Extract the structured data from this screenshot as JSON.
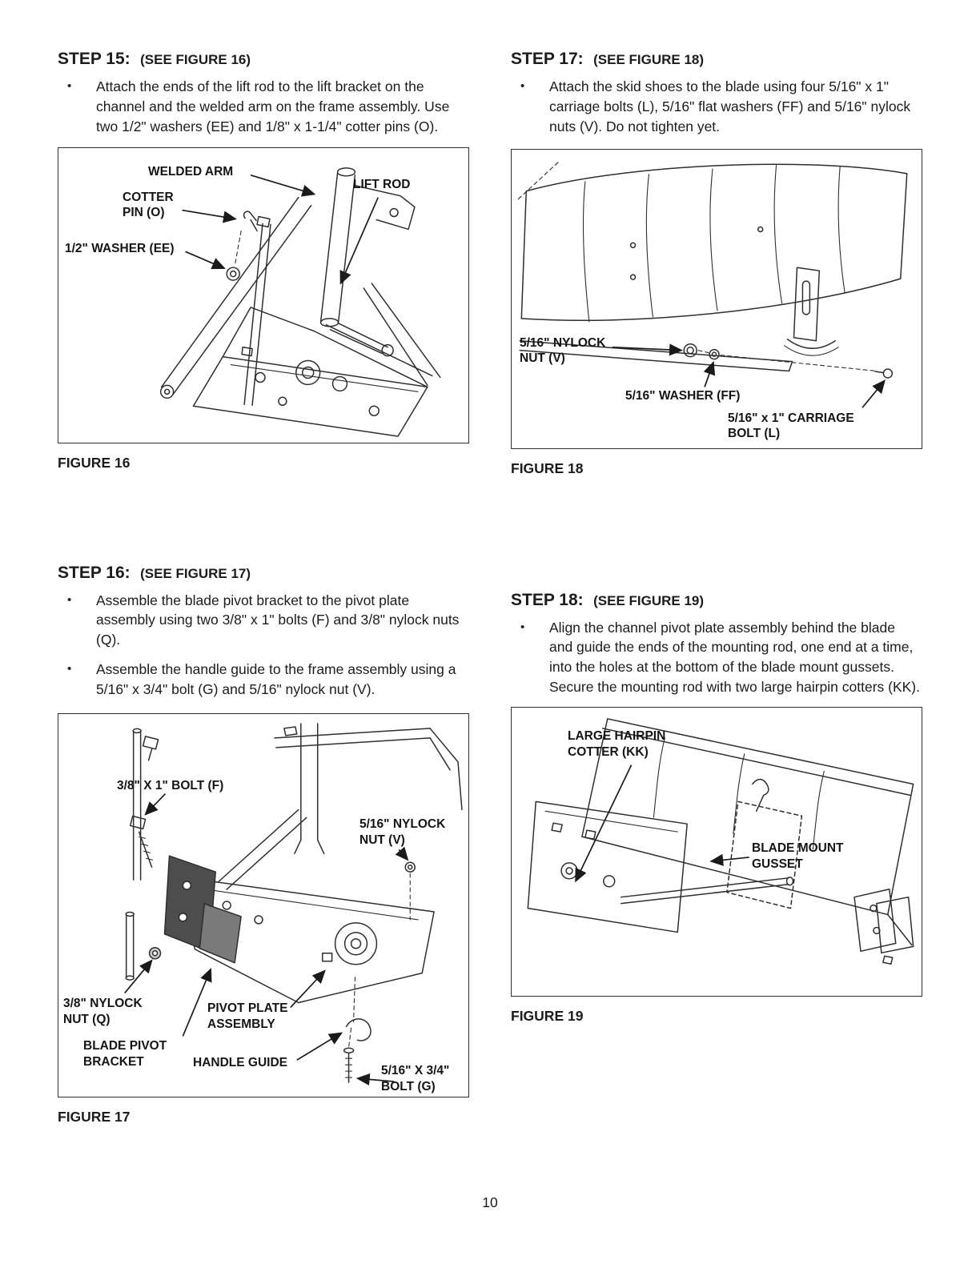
{
  "page": {
    "number": "10"
  },
  "steps": {
    "step15": {
      "title": "STEP 15:",
      "see": "(SEE FIGURE 16)",
      "bullets": [
        "Attach the ends of the lift rod to the lift bracket on the channel and the welded arm on the frame assembly. Use two 1/2\" washers (EE) and 1/8\" x 1-1/4\" cotter pins (O)."
      ]
    },
    "step16": {
      "title": "STEP 16:",
      "see": "(SEE FIGURE 17)",
      "bullets": [
        "Assemble the blade pivot bracket to the pivot plate assembly using two 3/8\" x 1\" bolts (F) and 3/8\" nylock nuts (Q).",
        "Assemble the handle guide to the frame assembly using a 5/16\" x 3/4\" bolt (G) and 5/16\" nylock nut (V)."
      ]
    },
    "step17": {
      "title": "STEP 17:",
      "see": "(SEE FIGURE 18)",
      "bullets": [
        "Attach the skid shoes to the blade using four 5/16\" x 1\" carriage bolts (L), 5/16\" flat washers (FF) and 5/16\" nylock nuts (V). Do not tighten yet."
      ]
    },
    "step18": {
      "title": "STEP 18:",
      "see": "(SEE FIGURE 19)",
      "bullets": [
        "Align the channel pivot plate assembly behind the blade and guide the ends of the mounting rod, one end at a time, into the holes at the bottom of the blade mount gussets. Secure the mounting rod with two large hairpin cotters (KK)."
      ]
    }
  },
  "figures": {
    "fig16": {
      "caption": "FIGURE 16",
      "labels": {
        "welded_arm": "WELDED ARM",
        "lift_rod": "LIFT ROD",
        "cotter_pin": "COTTER\nPIN (O)",
        "washer": "1/2\" WASHER (EE)"
      }
    },
    "fig17": {
      "caption": "FIGURE 17",
      "labels": {
        "bolt_f": "3/8\" X 1\" BOLT (F)",
        "nut_v": "5/16\" NYLOCK\nNUT (V)",
        "nut_q": "3/8\" NYLOCK\nNUT (Q)",
        "pivot_plate": "PIVOT PLATE\nASSEMBLY",
        "blade_pivot": "BLADE PIVOT\nBRACKET",
        "handle_guide": "HANDLE GUIDE",
        "bolt_g": "5/16\" X 3/4\"\nBOLT (G)"
      }
    },
    "fig18": {
      "caption": "FIGURE 18",
      "labels": {
        "nut_v": "5/16\" NYLOCK\nNUT (V)",
        "washer_ff": "5/16\" WASHER (FF)",
        "carriage_bolt": "5/16\" x 1\" CARRIAGE\nBOLT (L)"
      }
    },
    "fig19": {
      "caption": "FIGURE 19",
      "labels": {
        "hairpin": "LARGE HAIRPIN\nCOTTER (KK)",
        "gusset": "BLADE MOUNT\nGUSSET"
      }
    }
  }
}
